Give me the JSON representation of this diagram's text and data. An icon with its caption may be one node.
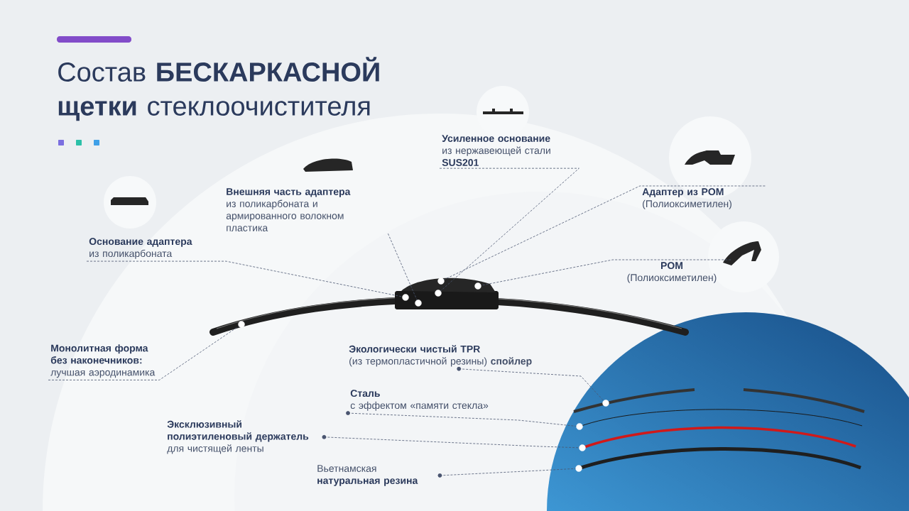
{
  "diagram": {
    "title": "Состав **БЕСКАРКАСНОЙ щетки** стеклоочистителя",
    "nodes": [
      {
        "text": [
          "Внешняя часть адаптера",
          "из поликарбоната и армированного волокном пластика"
        ]
      },
      {
        "text": [
          "Усиленное основание",
          "из нержавеющей стали",
          "SUS201"
        ]
      },
      {
        "text": [
          "Адаптер из POM",
          "(Полиоксиметилен)"
        ]
      },
      {
        "text": [
          "Основание адаптера",
          "из поликарбоната"
        ]
      },
      {
        "text": [
          "POM",
          "(Полиоксиметилен)"
        ]
      },
      {
        "text": [
          "Монолитная форма без наконечников:",
          "лучшая аэродинамика"
        ]
      },
      {
        "text": [
          "Экологически чистый TPR",
          "(из термопластичной резины) **спойлер**"
        ]
      },
      {
        "text": [
          "Сталь",
          "с эффектом «памяти стекла»"
        ]
      },
      {
        "text": [
          "Эксклюзивный полиэтиленовый держатель",
          "для чистящей ленты"
        ]
      },
      {
        "text": [
          "Вьетнамская",
          "натуральная резина"
        ]
      },
      {
        "text": [],
        "shape": "circle"
      },
      {
        "text": [],
        "shape": "circle"
      },
      {
        "text": [],
        "shape": "circle"
      },
      {
        "text": [],
        "shape": "circle"
      },
      {
        "text": [],
        "shape": "circle"
      },
      {
        "text": [],
        "shape": "circle"
      },
      {
        "text": [],
        "shape": "circle"
      },
      {
        "text": [],
        "shape": "circle"
      },
      {
        "text": [],
        "shape": "circle"
      },
      {
        "text": [],
        "shape": "circle"
      }
    ],
    "edges": [
      {
        "from": 3,
        "to": 11,
        "arrow": "none"
      },
      {
        "from": 0,
        "to": 12,
        "arrow": "none"
      },
      {
        "from": 1,
        "to": 13,
        "arrow": "none"
      },
      {
        "from": 2,
        "to": 14,
        "arrow": "none"
      },
      {
        "from": 4,
        "to": 15,
        "arrow": "none"
      },
      {
        "from": 5,
        "to": 10,
        "arrow": "none"
      },
      {
        "from": 6,
        "to": 19,
        "arrow": "other"
      },
      {
        "from": 7,
        "to": 17,
        "arrow": "other"
      },
      {
        "from": 8,
        "to": 18,
        "arrow": "other"
      },
      {
        "from": 9,
        "to": 16,
        "arrow": "other"
      }
    ]
  }
}
